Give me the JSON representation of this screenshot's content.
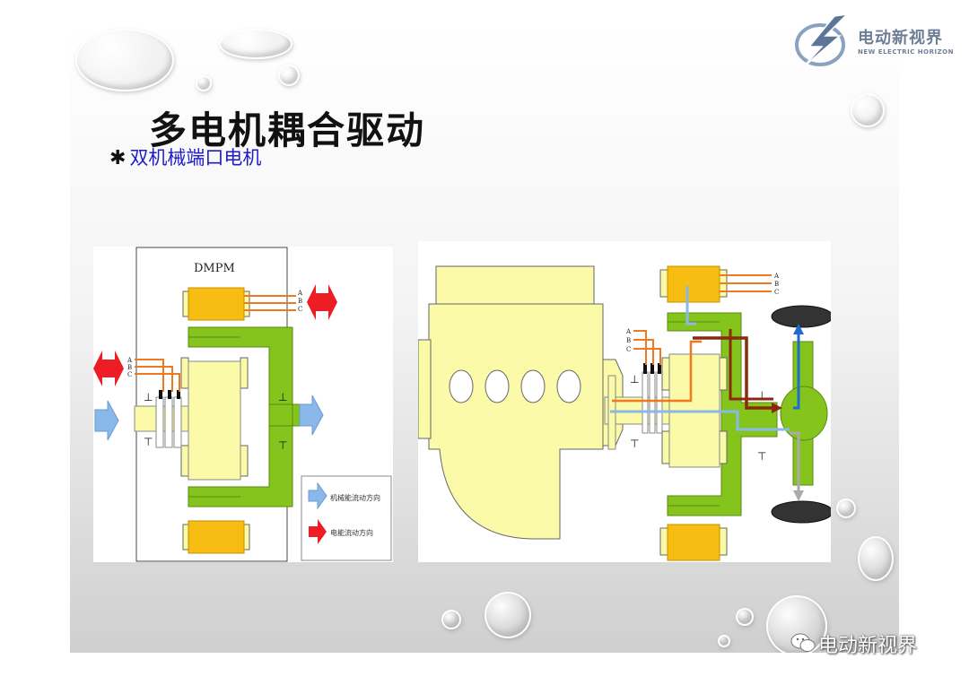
{
  "slide": {
    "title": "多电机耦合驱动",
    "bullet_mark": "✱",
    "bullet_text": "双机械端口电机"
  },
  "left_diagram": {
    "label": "DMPM",
    "phase_labels": [
      "A",
      "B",
      "C"
    ],
    "legend": {
      "mechanical": "机械能流动方向",
      "electrical": "电能流动方向"
    }
  },
  "right_diagram": {
    "phase_labels": [
      "A",
      "B",
      "C"
    ]
  },
  "logo": {
    "name_cn": "电动新视界",
    "name_en": "NEW ELECTRIC HORIZON"
  },
  "watermark": {
    "text": "电动新视界"
  },
  "colors": {
    "stator_orange": "#f7bd12",
    "rotor_yellow": "#fafaa8",
    "green": "#84c41c",
    "mech_arrow_blue": "#8ab8e8",
    "elec_arrow_red": "#ee1c24",
    "line_orange": "#f07820",
    "power_brown": "#8b2a0a",
    "title_blue": "#1c1ccc"
  }
}
